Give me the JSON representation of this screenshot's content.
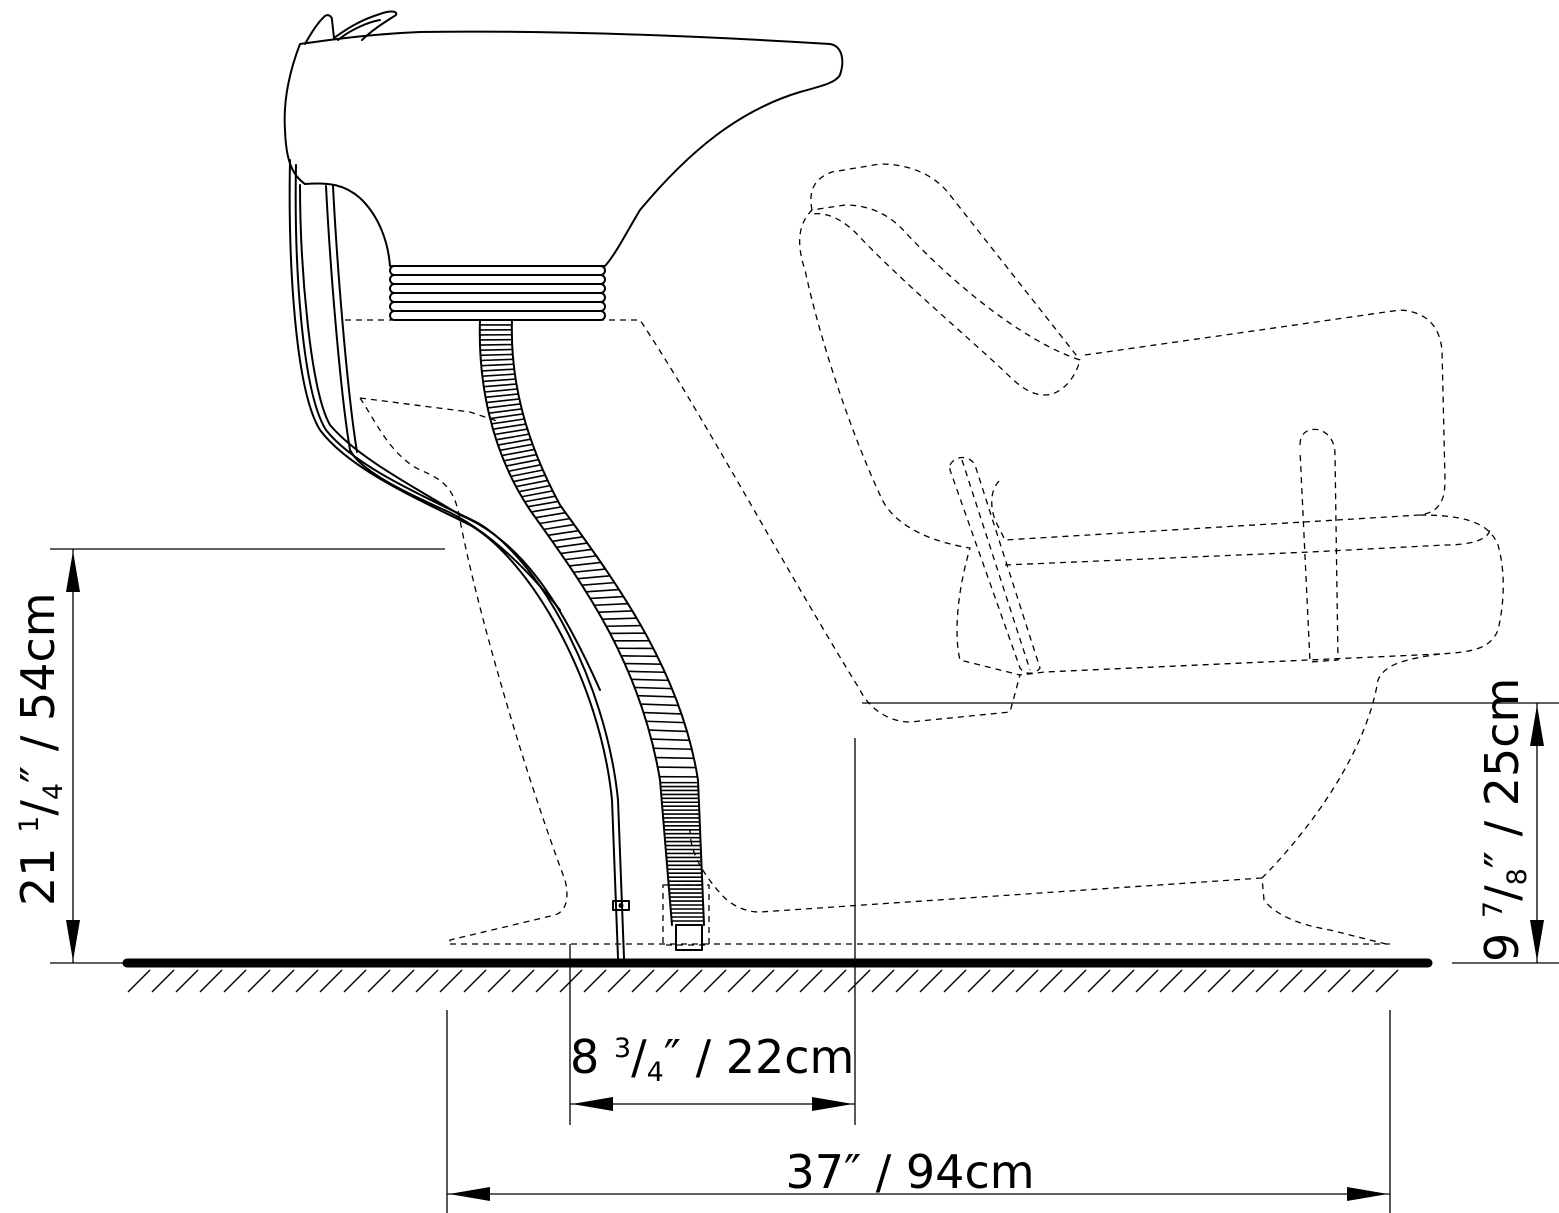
{
  "dimensions": {
    "height_total": {
      "whole": "21",
      "num": "1",
      "den": "4",
      "unit_in": "″",
      "metric": " / 54cm"
    },
    "height_seat": {
      "whole": "9",
      "num": "7",
      "den": "8",
      "unit_in": "″",
      "metric": " / 25cm"
    },
    "offset": {
      "whole": "8",
      "num": "3",
      "den": "4",
      "unit_in": "″",
      "metric": " / 22cm"
    },
    "length_total": {
      "label": "37″ / 94cm"
    }
  }
}
